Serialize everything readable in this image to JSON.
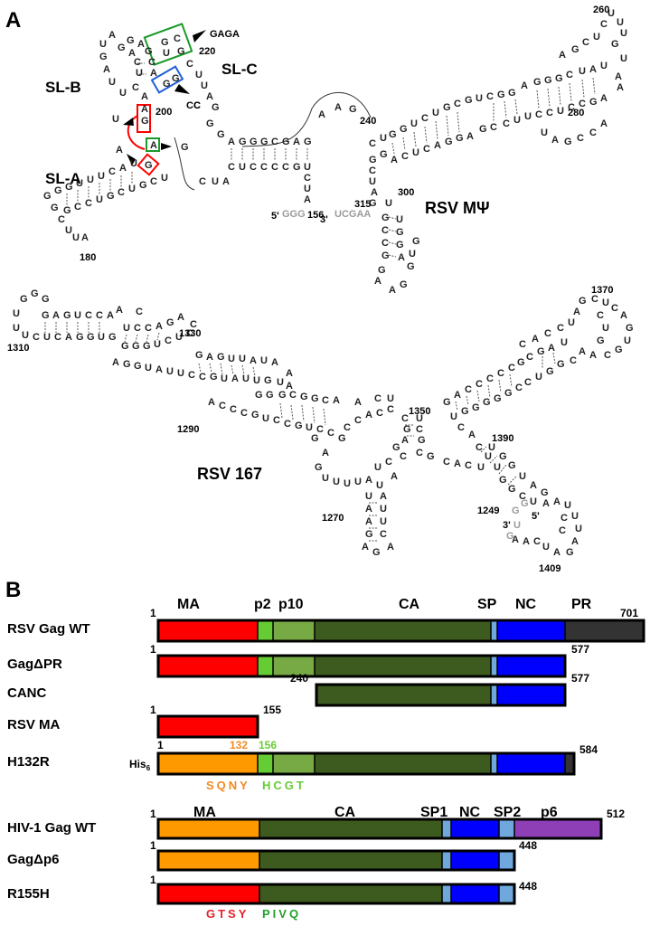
{
  "panel_a": {
    "letter": "A",
    "structure1": {
      "name": "RSV MΨ",
      "hairpins": [
        "SL-A",
        "SL-B",
        "SL-C"
      ],
      "numbers": [
        "156",
        "180",
        "200",
        "220",
        "240",
        "260",
        "280",
        "300",
        "315"
      ],
      "ends": [
        "5'",
        "3'"
      ],
      "annotations": [
        "GAGA",
        "CC",
        "U",
        "A",
        "G"
      ]
    },
    "structure2": {
      "name": "RSV 167",
      "numbers": [
        "1249",
        "1270",
        "1290",
        "1310",
        "1330",
        "1350",
        "1370",
        "1390",
        "1409"
      ],
      "ends": [
        "5'",
        "3'"
      ]
    }
  },
  "panel_b": {
    "letter": "B",
    "rsv_header": [
      "MA",
      "p2",
      "p10",
      "CA",
      "SP",
      "NC",
      "PR"
    ],
    "hiv_header": [
      "MA",
      "CA",
      "SP1",
      "NC",
      "SP2",
      "p6"
    ],
    "constructs": [
      {
        "name": "RSV Gag WT",
        "start": "1",
        "end": "701"
      },
      {
        "name": "GagΔPR",
        "start": "1",
        "end": "577"
      },
      {
        "name": "CANC",
        "start": "240",
        "end": "577"
      },
      {
        "name": "RSV MA",
        "start": "1",
        "end": "155"
      },
      {
        "name": "H132R",
        "start": "1",
        "end": "584",
        "tag": "His",
        "tag_sub": "6",
        "mid1": "132",
        "mid2": "156",
        "seq_left": "SQNY",
        "seq_right": "HCGT"
      },
      {
        "name": "HIV-1 Gag WT",
        "start": "1",
        "end": "512"
      },
      {
        "name": "GagΔp6",
        "start": "1",
        "end": "448"
      },
      {
        "name": "R155H",
        "start": "1",
        "end": "448",
        "seq_left": "GTSY",
        "seq_right": "PIVQ"
      }
    ],
    "colors": {
      "rsv_ma": "#ff0000",
      "hiv_ma": "#ff9900",
      "p2": "#66cc33",
      "p10": "#77aa44",
      "ca": "#3d5a1f",
      "sp": "#6fa8dc",
      "nc": "#0000ff",
      "pr": "#333333",
      "p6": "#8e3fb5",
      "seq_red": "#e8202a",
      "seq_orange": "#f08a24",
      "seq_green": "#22a02a",
      "seq_lightgreen": "#66cc33"
    }
  }
}
